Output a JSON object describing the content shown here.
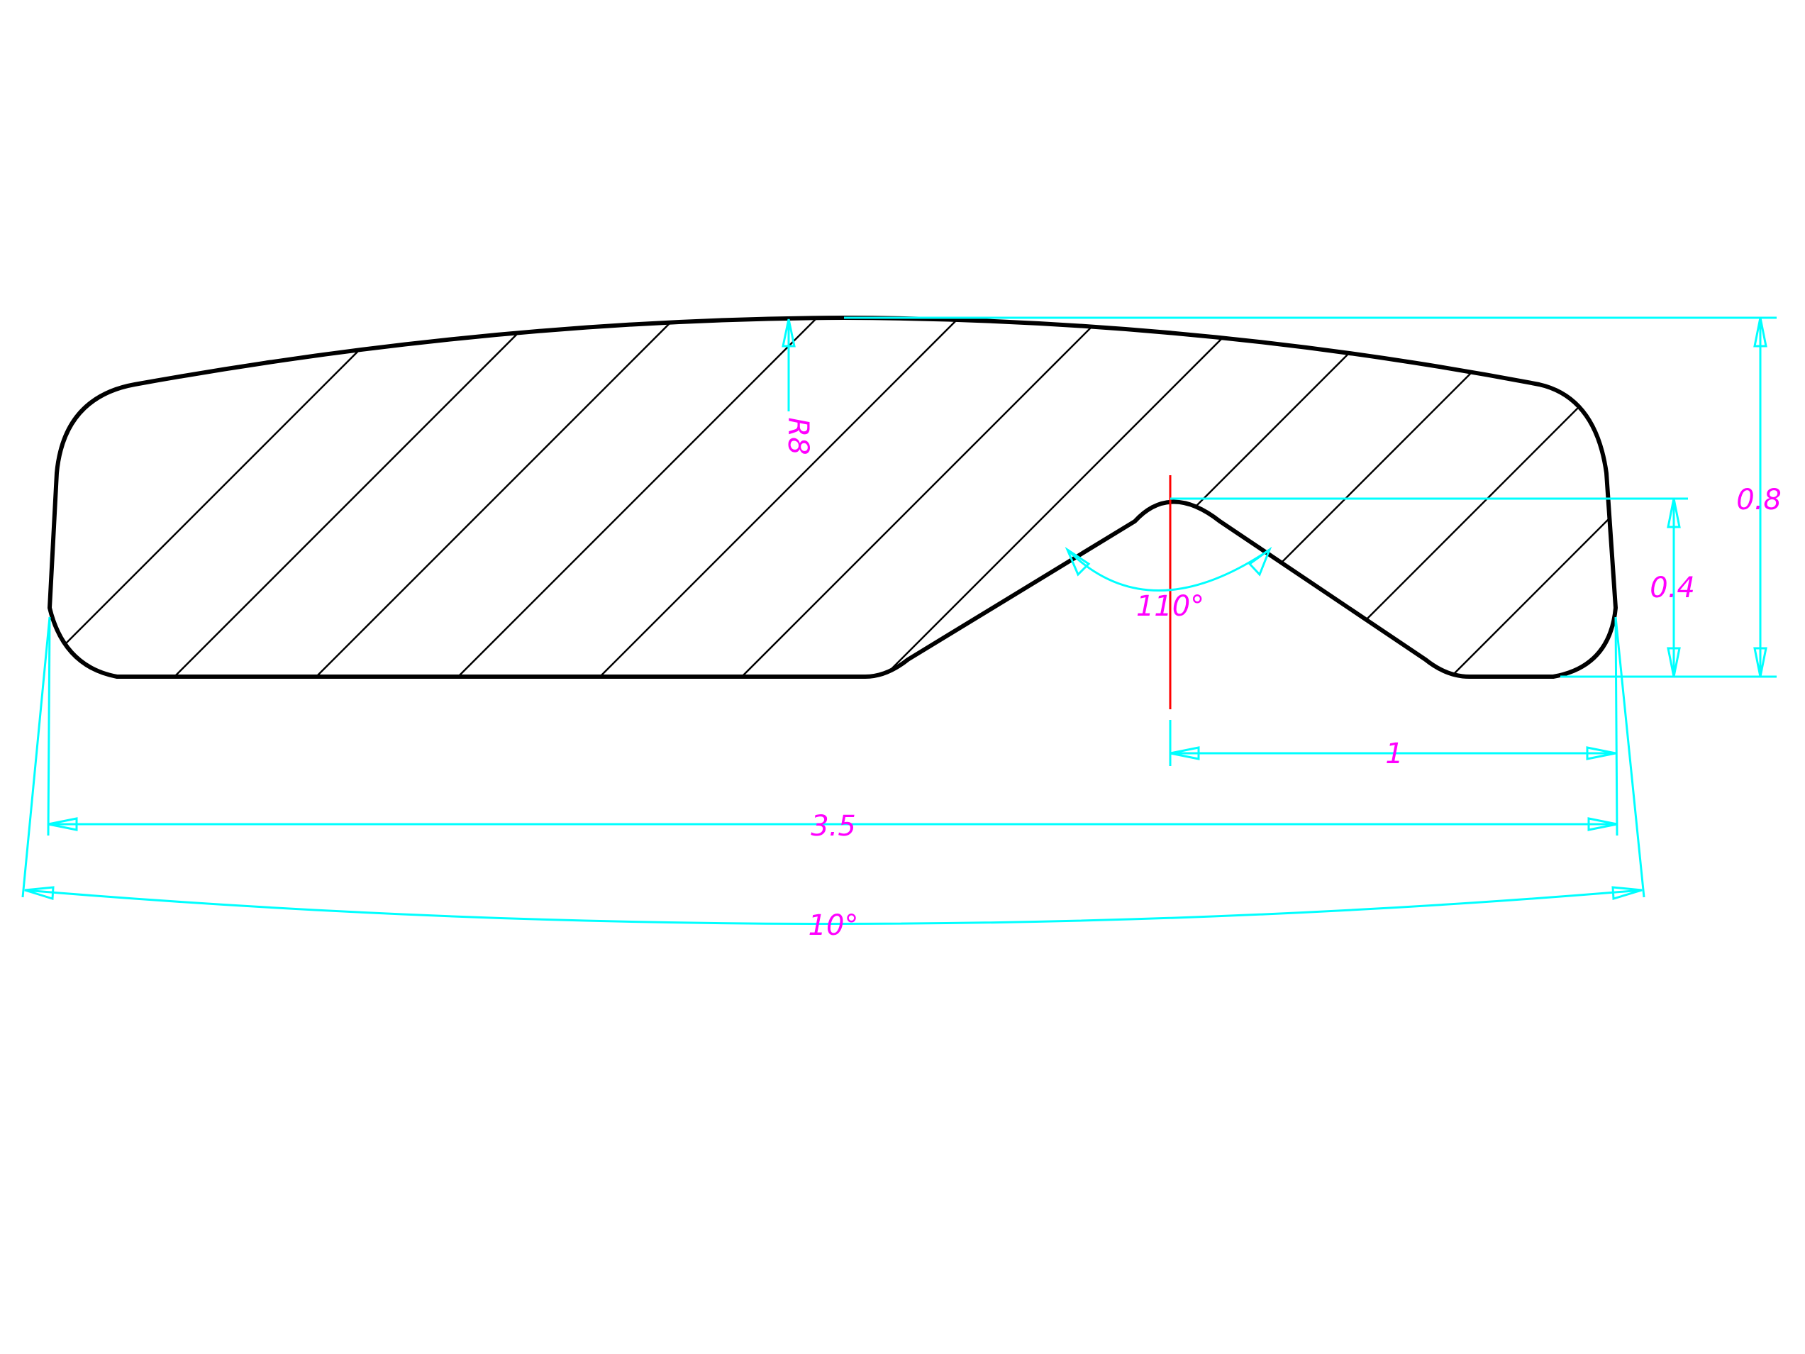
{
  "drawing": {
    "colors": {
      "outline": "#000000",
      "dimension": "#00ffff",
      "dimension_text": "#ff00ff",
      "centerline": "#ff0000",
      "background": "#ffffff"
    },
    "dimensions": {
      "radius": "R8",
      "total_height": "0.8",
      "groove_depth": "0.4",
      "groove_angle": "110°",
      "groove_offset": "1",
      "overall_width": "3.5",
      "side_taper_angle": "10°"
    }
  }
}
